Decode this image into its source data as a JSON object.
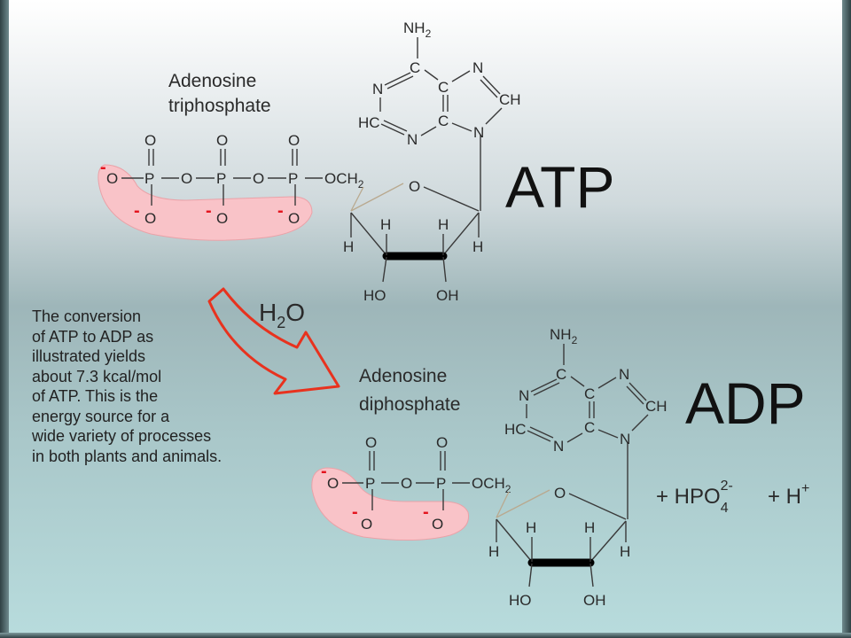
{
  "atp": {
    "name_line1": "Adenosine",
    "name_line2": "triphosphate",
    "abbr": "ATP"
  },
  "adp": {
    "name_line1": "Adenosine",
    "name_line2": "diphosphate",
    "abbr": "ADP"
  },
  "reaction": {
    "water_H": "H",
    "water_sub": "2",
    "water_O": "O",
    "products_prefix": "+ HPO",
    "hpo_sub": "4",
    "hpo_sup": "2-",
    "hydrogen": "+ H",
    "hydrogen_sup": "+"
  },
  "note_lines": [
    "The conversion",
    "of ATP to ADP as",
    "illustrated yields",
    "about 7.3 kcal/mol",
    "of ATP. This is the",
    "energy source for a",
    "wide variety of processes",
    "in both plants and animals."
  ],
  "atoms": {
    "nh2_N": "NH",
    "nh2_sub": "2",
    "C": "C",
    "N": "N",
    "CH": "CH",
    "HC": "HC",
    "P": "P",
    "O": "O",
    "neg_O": "O",
    "OCH": "OCH",
    "ch2_sub": "2",
    "H": "H",
    "HO": "HO",
    "OH": "OH",
    "minus": "-"
  },
  "colors": {
    "highlight": "#f9c3c8",
    "arrow": "#e8321e",
    "negative_charge": "#e4141e"
  }
}
